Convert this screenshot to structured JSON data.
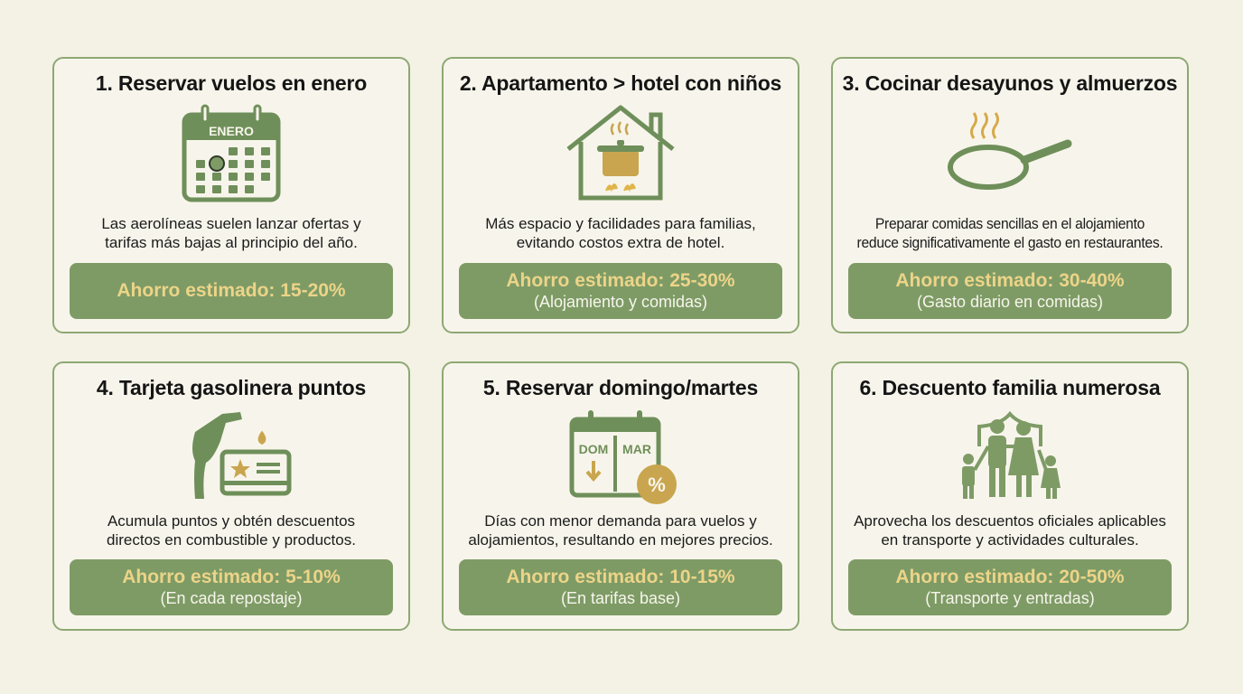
{
  "colors": {
    "background": "#f4f1e5",
    "border": "#8ea873",
    "accent_green": "#7e9b66",
    "accent_gold": "#ecd488"
  },
  "cards": [
    {
      "title": "1. Reservar vuelos en enero",
      "icon": "calendar-icon",
      "icon_label": "ENERO",
      "desc1": "Las aerolíneas suelen lanzar ofertas y",
      "desc2": "tarifas más bajas al principio del año.",
      "saving": "Ahorro estimado: 15-20%",
      "note": ""
    },
    {
      "title": "2. Apartamento > hotel con niños",
      "icon": "house-cooking-icon",
      "desc1": "Más espacio y facilidades para familias,",
      "desc2": "evitando costos extra de hotel.",
      "saving": "Ahorro estimado: 25-30%",
      "note": "(Alojamiento y comidas)"
    },
    {
      "title": "3. Cocinar desayunos y almuerzos",
      "icon": "frying-pan-icon",
      "desc1": "Preparar comidas sencillas en el alojamiento",
      "desc2": "reduce significativamente el gasto en restaurantes.",
      "saving": "Ahorro estimado: 30-40%",
      "note": "(Gasto diario en comidas)"
    },
    {
      "title": "4. Tarjeta gasolinera puntos",
      "icon": "fuel-card-icon",
      "desc1": "Acumula puntos y obtén descuentos",
      "desc2": "directos en combustible y productos.",
      "saving": "Ahorro estimado: 5-10%",
      "note": "(En cada repostaje)"
    },
    {
      "title": "5. Reservar domingo/martes",
      "icon": "calendar-discount-icon",
      "icon_label_1": "DOM",
      "icon_label_2": "MAR",
      "desc1": "Días con menor demanda para vuelos y",
      "desc2": "alojamientos, resultando en mejores precios.",
      "saving": "Ahorro estimado: 10-15%",
      "note": "(En tarifas base)"
    },
    {
      "title": "6. Descuento familia numerosa",
      "icon": "family-shield-icon",
      "desc1": "Aprovecha los descuentos oficiales aplicables",
      "desc2": "en transporte y actividades culturales.",
      "saving": "Ahorro estimado: 20-50%",
      "note": "(Transporte y entradas)"
    }
  ]
}
